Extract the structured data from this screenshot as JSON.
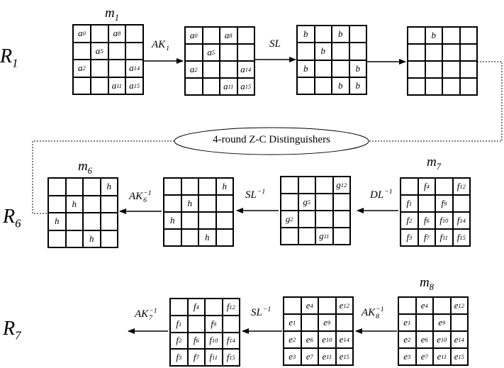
{
  "rounds": {
    "r1": "R1",
    "r6": "R6",
    "r7": "R7"
  },
  "state_labels": {
    "m1": "m1",
    "m6": "m6",
    "m7": "m7",
    "m8": "m8"
  },
  "ops": {
    "ak1": "AK1",
    "sl": "SL",
    "ak6_inv": "AK6-1",
    "sl_inv_6": "SL-1",
    "dl_inv": "DL-1",
    "ak7_inv": "AK7-1",
    "sl_inv_7": "SL-1",
    "ak8_inv": "AK8-1"
  },
  "distinguisher": "4-round Z-C Distinguishers",
  "grids": {
    "m1": [
      [
        "a0",
        "",
        "a8",
        ""
      ],
      [
        "",
        "a5",
        "",
        ""
      ],
      [
        "a2",
        "",
        "",
        "a14"
      ],
      [
        "",
        "",
        "a11",
        "a15"
      ]
    ],
    "ak1_out": [
      [
        "a0",
        "",
        "a8",
        ""
      ],
      [
        "",
        "a5",
        "",
        ""
      ],
      [
        "a2",
        "",
        "",
        "a14"
      ],
      [
        "",
        "",
        "a11",
        "a15"
      ]
    ],
    "sl_out": [
      [
        "b",
        "",
        "b",
        ""
      ],
      [
        "",
        "b",
        "",
        ""
      ],
      [
        "b",
        "",
        "",
        "b"
      ],
      [
        "",
        "",
        "b",
        "b"
      ]
    ],
    "r1_out": [
      [
        "",
        "b",
        "",
        ""
      ],
      [
        "",
        "",
        "",
        ""
      ],
      [
        "",
        "",
        "",
        ""
      ],
      [
        "",
        "",
        "",
        ""
      ]
    ],
    "m6": [
      [
        "",
        "",
        "",
        "h"
      ],
      [
        "",
        "h",
        "",
        ""
      ],
      [
        "h",
        "",
        "",
        ""
      ],
      [
        "",
        "",
        "h",
        ""
      ]
    ],
    "ak6_in": [
      [
        "",
        "",
        "",
        "h"
      ],
      [
        "",
        "h",
        "",
        ""
      ],
      [
        "h",
        "",
        "",
        ""
      ],
      [
        "",
        "",
        "h",
        ""
      ]
    ],
    "g_state": [
      [
        "",
        "",
        "",
        "g12"
      ],
      [
        "",
        "g5",
        "",
        ""
      ],
      [
        "g2",
        "",
        "",
        ""
      ],
      [
        "",
        "",
        "g11",
        ""
      ]
    ],
    "m7": [
      [
        "",
        "f4",
        "",
        "f12"
      ],
      [
        "f1",
        "",
        "f9",
        ""
      ],
      [
        "f2",
        "f6",
        "f10",
        "f14"
      ],
      [
        "f3",
        "f7",
        "f11",
        "f15"
      ]
    ],
    "f_state": [
      [
        "",
        "f4",
        "",
        "f12"
      ],
      [
        "f1",
        "",
        "f9",
        ""
      ],
      [
        "f2",
        "f6",
        "f10",
        "f14"
      ],
      [
        "f3",
        "f7",
        "f11",
        "f15"
      ]
    ],
    "e_state": [
      [
        "",
        "e4",
        "",
        "e12"
      ],
      [
        "e1",
        "",
        "e9",
        ""
      ],
      [
        "e2",
        "e6",
        "e10",
        "e14"
      ],
      [
        "e3",
        "e7",
        "e11",
        "e15"
      ]
    ],
    "m8": [
      [
        "",
        "e4",
        "",
        "e12"
      ],
      [
        "e1",
        "",
        "e9",
        ""
      ],
      [
        "e2",
        "e6",
        "e10",
        "e14"
      ],
      [
        "e3",
        "e7",
        "e11",
        "e15"
      ]
    ]
  }
}
